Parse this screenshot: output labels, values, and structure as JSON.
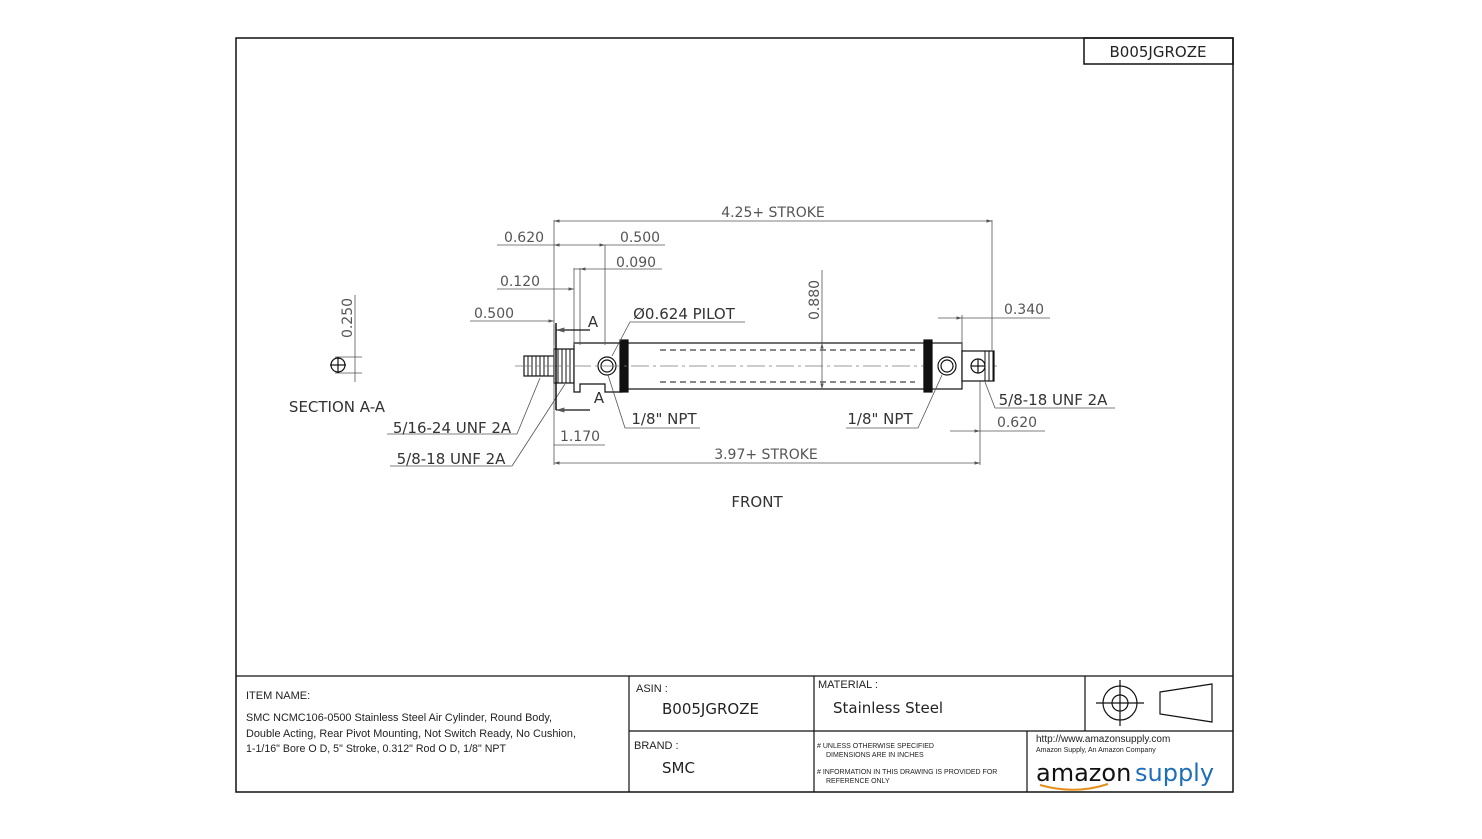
{
  "drawing": {
    "asin_tag": "B005JGROZE",
    "view_label": "FRONT",
    "section_label": "SECTION A-A",
    "section_mark": "A",
    "dimensions": {
      "overall_top": "4.25+ STROKE",
      "d0620": "0.620",
      "d0500_top": "0.500",
      "d0090": "0.090",
      "d0120": "0.120",
      "d0500_left": "0.500",
      "pilot": "Ø0.624 PILOT",
      "d0880": "0.880",
      "d0340": "0.340",
      "d0250": "0.250",
      "thread_right": "5/8-18 UNF 2A",
      "npt_left": "1/8\" NPT",
      "npt_right": "1/8\" NPT",
      "thread_516": "5/16-24 UNF 2A",
      "d1170": "1.170",
      "thread_left": "5/8-18 UNF 2A",
      "d0620_right": "0.620",
      "overall_bottom": "3.97+ STROKE"
    }
  },
  "title_block": {
    "item_name_label": "ITEM NAME:",
    "item_lines": [
      "SMC NCMC106-0500 Stainless Steel Air Cylinder, Round Body,",
      "Double Acting, Rear Pivot Mounting, Not Switch Ready, No Cushion,",
      "1-1/16\" Bore O D, 5\" Stroke, 0.312\" Rod O D, 1/8\" NPT"
    ],
    "asin_label": "ASIN :",
    "asin_value": "B005JGROZE",
    "brand_label": "BRAND :",
    "brand_value": "SMC",
    "material_label": "MATERIAL :",
    "material_value": "Stainless Steel",
    "note1_a": "# UNLESS OTHERWISE SPECIFIED",
    "note1_b": "DIMENSIONS ARE IN INCHES",
    "note2_a": "# INFORMATION IN THIS DRAWING IS PROVIDED FOR",
    "note2_b": "REFERENCE ONLY",
    "url": "http://www.amazonsupply.com",
    "company_tagline": "Amazon Supply, An Amazon Company",
    "logo_part1": "amazon",
    "logo_part2": "supply"
  }
}
